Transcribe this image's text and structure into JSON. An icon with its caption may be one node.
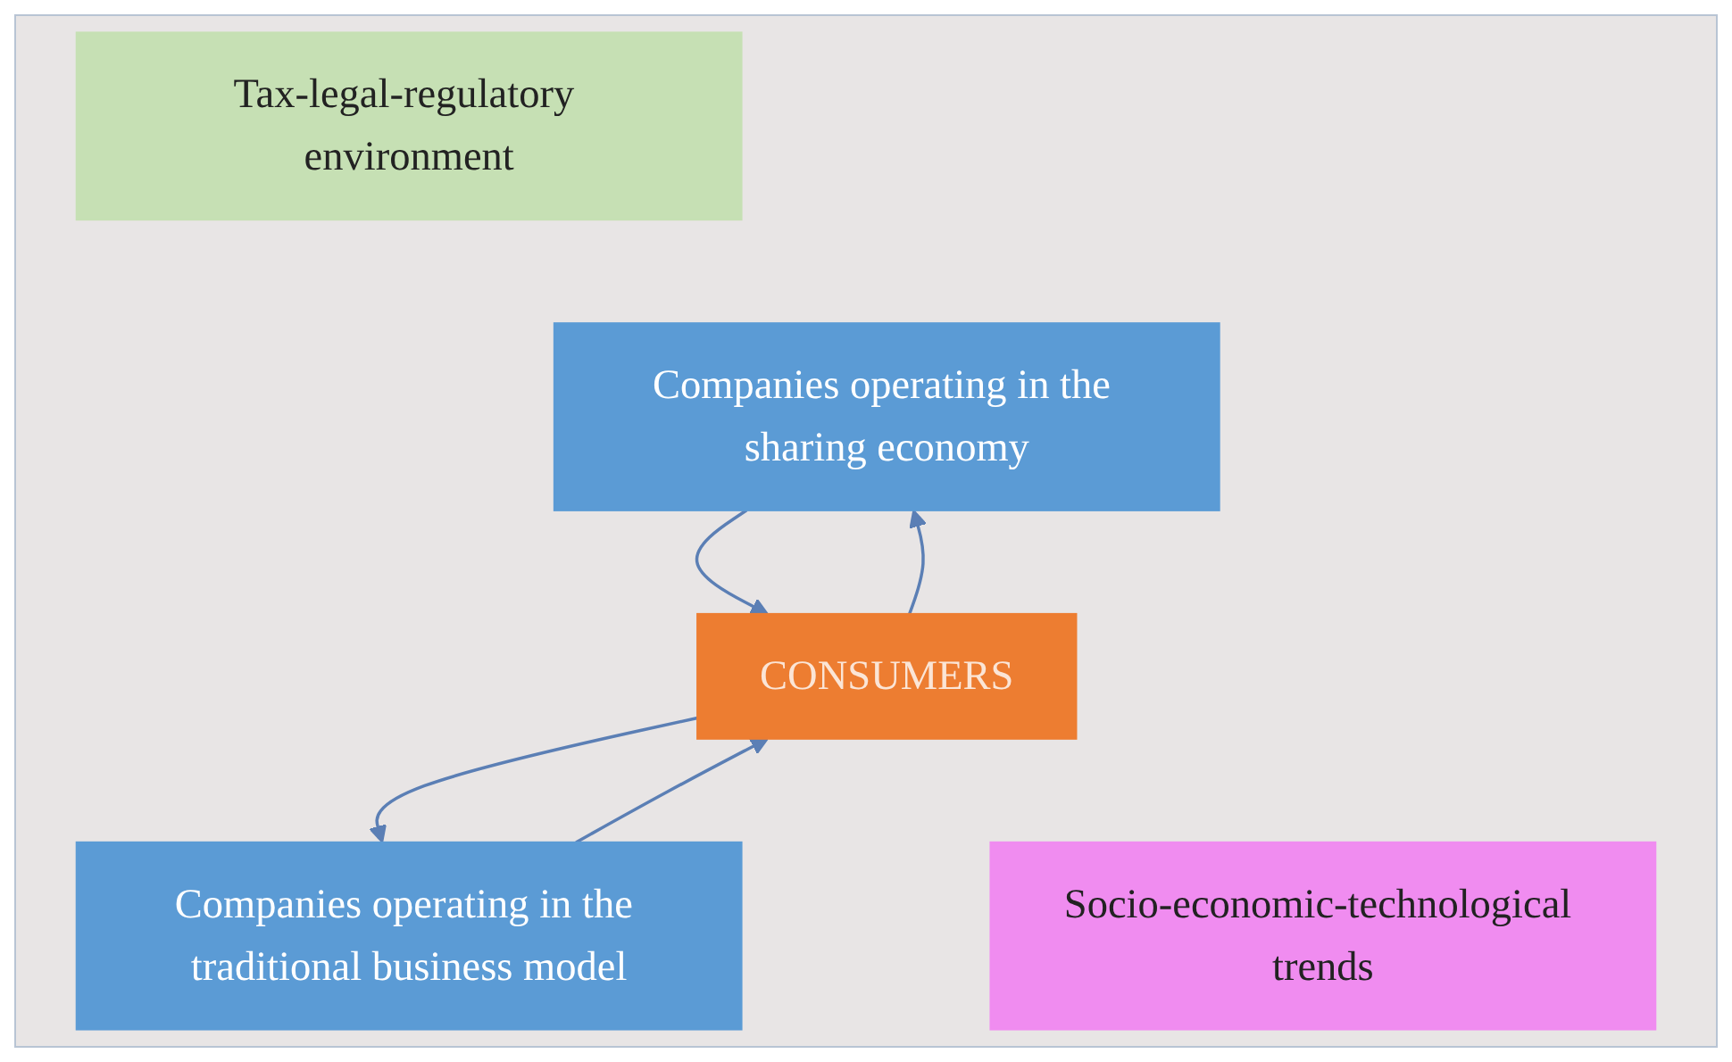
{
  "diagram": {
    "nodes": [
      {
        "text": [
          "Tax-legal-regulatory environment"
        ]
      },
      {
        "text": [
          "Companies operating in the sharing economy"
        ]
      },
      {
        "text": [
          "Companies operating in the traditional business model"
        ]
      },
      {
        "text": [
          "CONSUMERS"
        ]
      },
      {
        "text": [
          "Socio-economic-technological trends"
        ]
      }
    ],
    "edges": [
      {
        "from": 1,
        "to": 3,
        "arrow": "to"
      },
      {
        "from": 3,
        "to": 1,
        "arrow": "to"
      },
      {
        "from": 2,
        "to": 3,
        "arrow": "to"
      },
      {
        "from": 3,
        "to": 2,
        "arrow": "to"
      }
    ]
  }
}
